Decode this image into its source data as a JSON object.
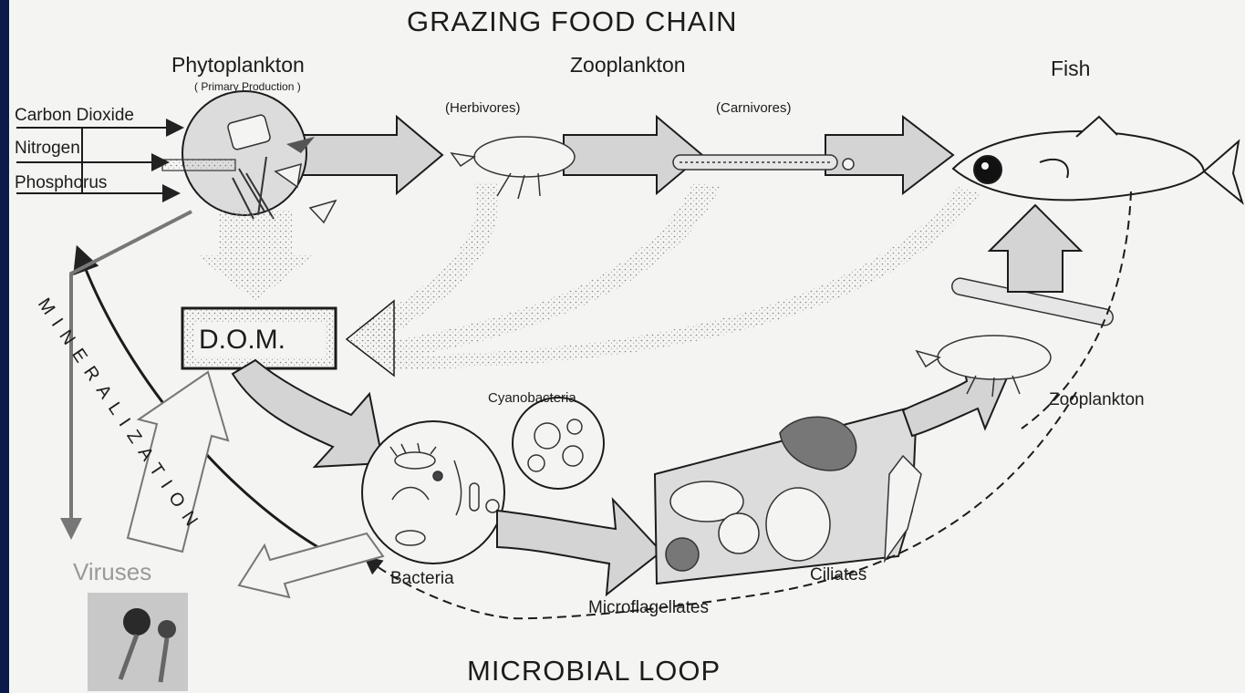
{
  "diagram": {
    "top_title": "GRAZING FOOD CHAIN",
    "bottom_title": "MICROBIAL LOOP",
    "phytoplankton": "Phytoplankton",
    "primary_production": "( Primary Production )",
    "zooplankton_top": "Zooplankton",
    "herbivores": "(Herbivores)",
    "carnivores": "(Carnivores)",
    "fish": "Fish",
    "carbon_dioxide": "Carbon Dioxide",
    "nitrogen": "Nitrogen",
    "phosphorus": "Phosphorus",
    "dom": "D.O.M.",
    "mineralization": "MINERALIZATION",
    "cyanobacteria": "Cyanobacteria",
    "zooplankton_right": "Zooplankton",
    "viruses": "Viruses",
    "bacteria": "Bacteria",
    "ciliates": "Ciliates",
    "microflagellates": "Microflagellates"
  },
  "colors": {
    "frame": "#0b1a4a",
    "paper": "#f4f4f2",
    "arrow_fill": "#d4d4d4",
    "ink": "#1c1c1c"
  }
}
